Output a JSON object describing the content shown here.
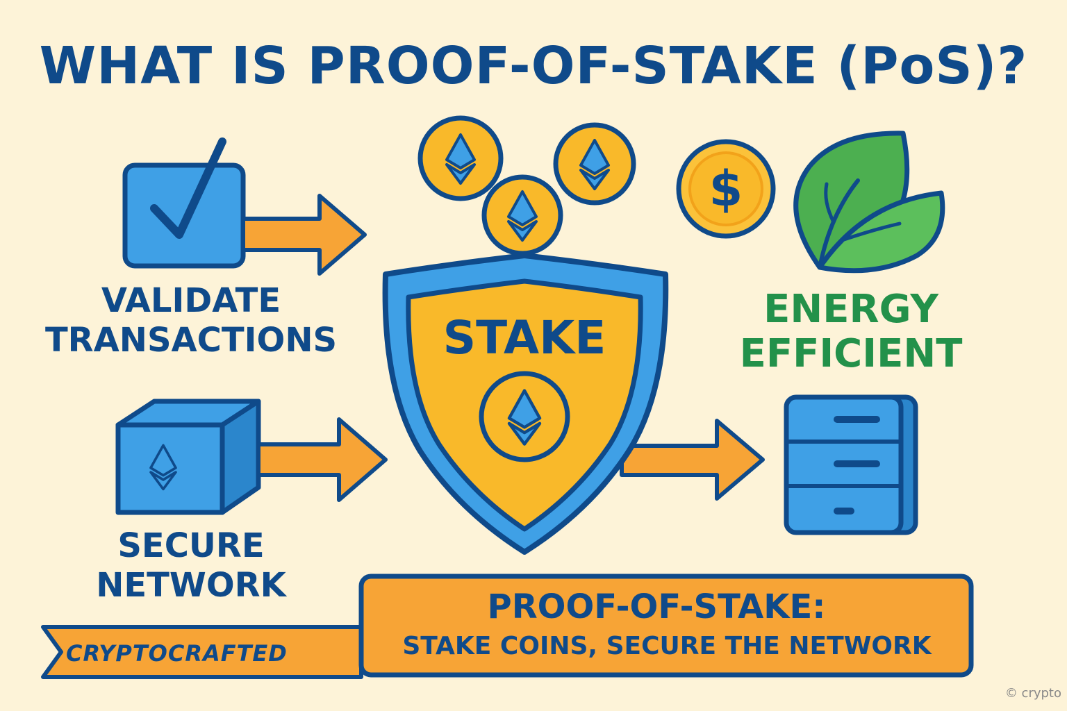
{
  "title": "WHAT IS PROOF-OF-STAKE (PoS)?",
  "labels": {
    "validate": "VALIDATE TRANSACTIONS",
    "secure": "SECURE NETWORK",
    "energy": "ENERGY EFFICIENT",
    "stake": "STAKE"
  },
  "banner": {
    "title": "PROOF-OF-STAKE:",
    "subtitle": "STAKE COINS, SECURE THE NETWORK"
  },
  "brand": "CRYPTOCRAFTED",
  "copyright": "© crypto",
  "icons": {
    "checkbox": "checkbox-icon",
    "cube": "eth-cube-icon",
    "shield": "shield-icon",
    "coin": "eth-coin-icon",
    "dollar": "dollar-coin-icon",
    "leaf": "leaf-icon",
    "server": "server-icon",
    "arrow": "arrow-right-icon"
  },
  "colors": {
    "background": "#fdf3d8",
    "navy": "#0f4a8a",
    "blue": "#3fa0e6",
    "orange": "#f7a436",
    "gold": "#f9b92a",
    "green": "#23914a",
    "leaf": "#4caf50"
  }
}
